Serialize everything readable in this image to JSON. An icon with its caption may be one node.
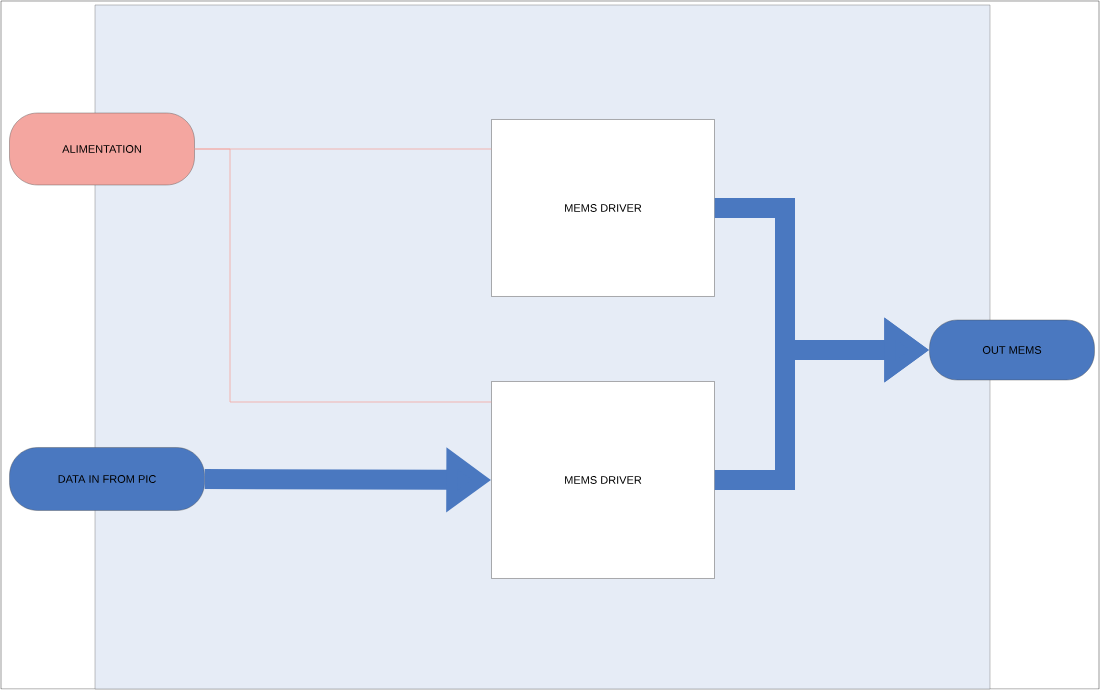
{
  "diagram": {
    "nodes": [
      {
        "text": [
          "ALIMENTATION"
        ]
      },
      {
        "text": [
          "MEMS DRIVER"
        ]
      },
      {
        "text": [
          "MEMS DRIVER"
        ]
      },
      {
        "text": [
          "DATA IN FROM PIC"
        ]
      },
      {
        "text": [
          "OUT MEMS"
        ]
      }
    ],
    "edges": [
      {
        "from": 0,
        "to": 1,
        "arrow": "none",
        "color": "#f4a6a0"
      },
      {
        "from": 0,
        "to": 2,
        "arrow": "none",
        "color": "#f4a6a0"
      },
      {
        "from": 3,
        "to": 2,
        "arrow": "to",
        "color": "#4a78c0"
      },
      {
        "from": 1,
        "to": 4,
        "arrow": "to",
        "color": "#4a78c0"
      },
      {
        "from": 2,
        "to": 4,
        "arrow": "to",
        "color": "#4a78c0"
      }
    ]
  }
}
